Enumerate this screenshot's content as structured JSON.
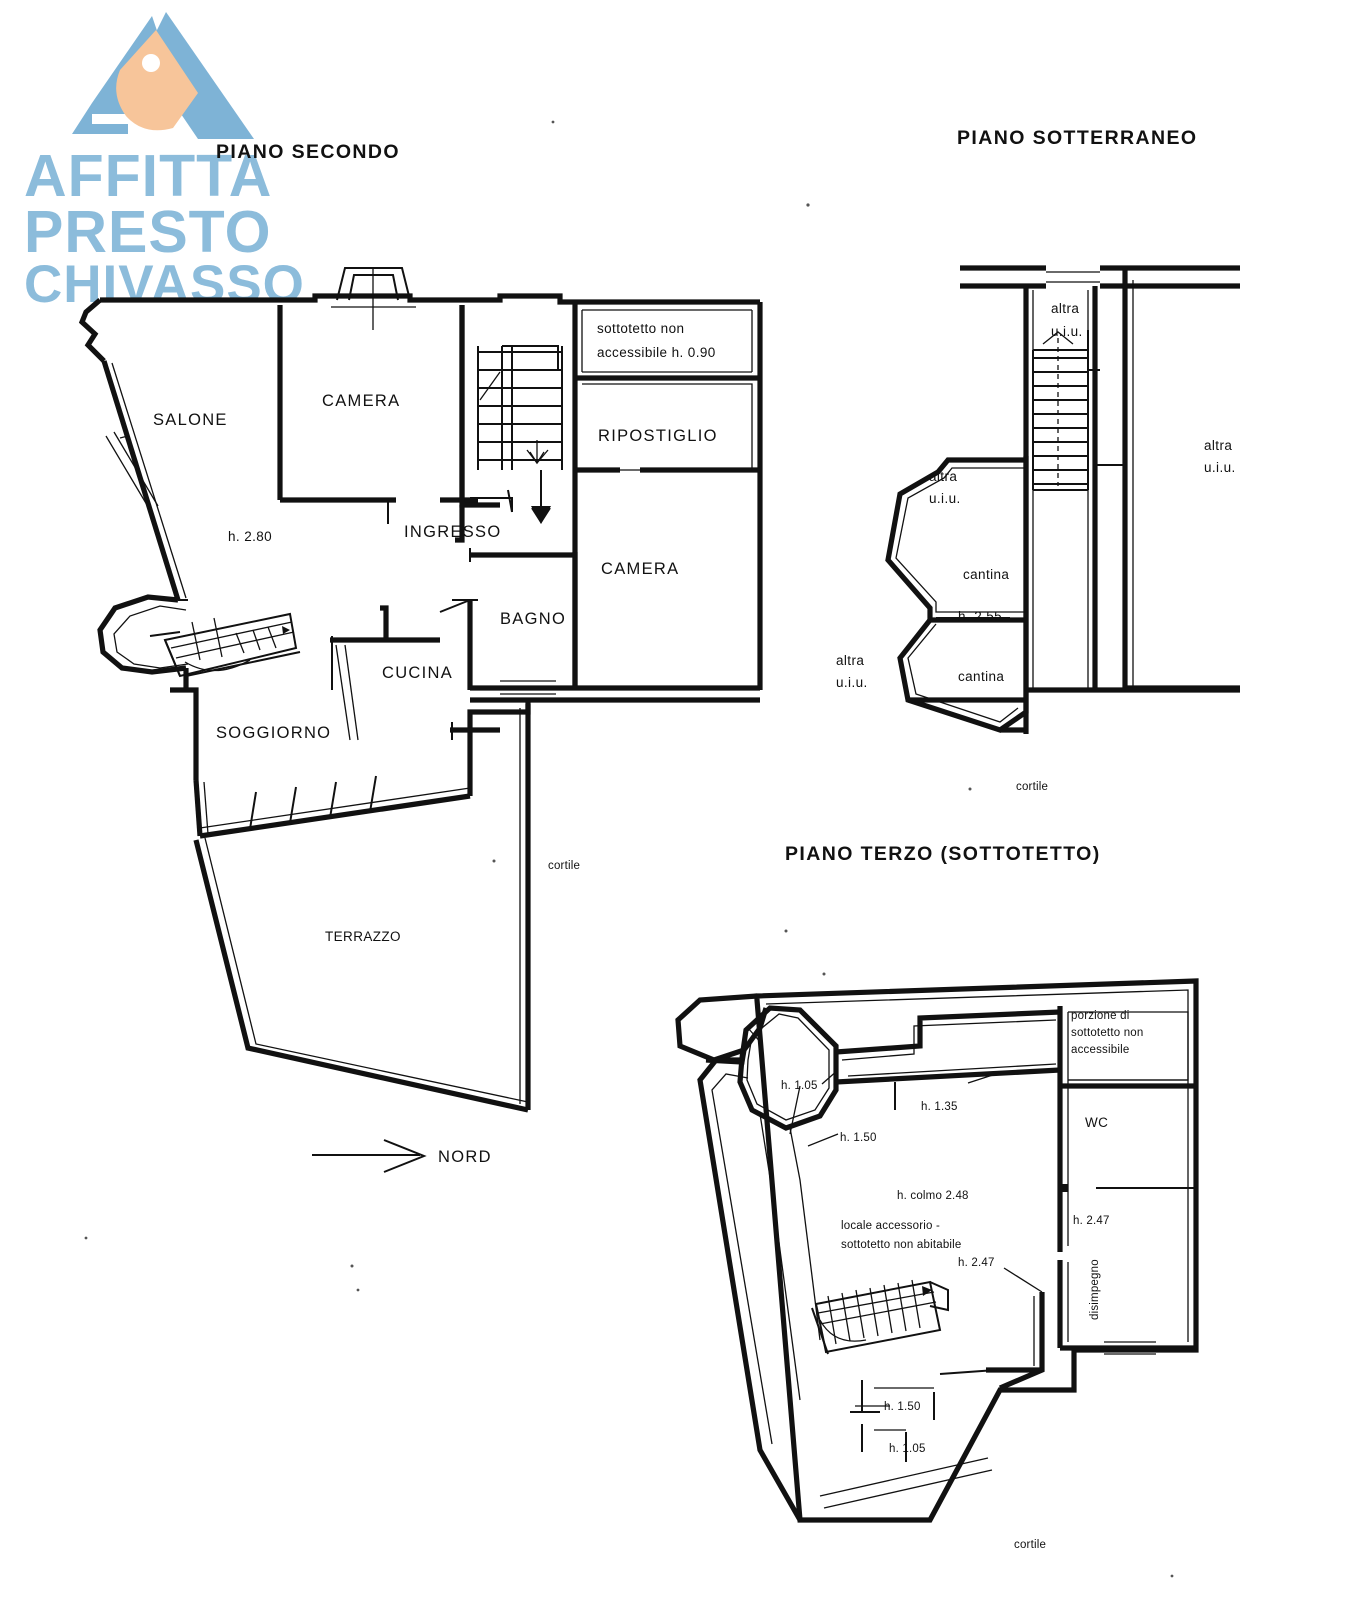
{
  "logo": {
    "brand_line1": "AFFITTA",
    "brand_line2": "PRESTO",
    "brand_line3": "CHIVASSO",
    "mark_name": "house-roof-logo",
    "blue": "#8cbcdb",
    "peach": "#f7c59a"
  },
  "floors": {
    "second": {
      "title": "PIANO SECONDO",
      "ceiling_height": "h. 2.80",
      "rooms": [
        {
          "label": "SALONE"
        },
        {
          "label": "CAMERA"
        },
        {
          "label": "INGRESSO"
        },
        {
          "label": "RIPOSTIGLIO"
        },
        {
          "label": "CAMERA"
        },
        {
          "label": "BAGNO"
        },
        {
          "label": "CUCINA"
        },
        {
          "label": "SOGGIORNO"
        },
        {
          "label": "TERRAZZO"
        }
      ],
      "notes": {
        "attic_line1": "sottotetto non",
        "attic_line2": "accessibile h. 0.90",
        "courtyard": "cortile"
      },
      "compass": "NORD"
    },
    "basement": {
      "title": "PIANO SOTTERRANEO",
      "ceiling_height": "h. 2.55",
      "labels": {
        "other_unit_top_line1": "altra",
        "other_unit_top_line2": "u.i.u.",
        "other_unit_right_line1": "altra",
        "other_unit_right_line2": "u.i.u.",
        "other_unit_left_line1": "altra",
        "other_unit_left_line2": "u.i.u.",
        "other_unit_bottomleft_line1": "altra",
        "other_unit_bottomleft_line2": "u.i.u.",
        "cellar_1": "cantina",
        "cellar_2": "cantina",
        "courtyard": "cortile"
      }
    },
    "third": {
      "title": "PIANO TERZO (SOTTOTETTO)",
      "heights": {
        "h1": "h. 1.05",
        "h2": "h. 1.35",
        "h3": "h. 1.50",
        "ridge": "h. colmo 2.48",
        "wc_height": "h. 2.47",
        "hall_height": "h. 2.47",
        "h4": "h. 1.50",
        "h5": "h. 1.05"
      },
      "labels": {
        "accessory_line1": "locale accessorio -",
        "accessory_line2": "sottotetto non abitabile",
        "inaccessible_line1": "porzione di",
        "inaccessible_line2": "sottotetto non",
        "inaccessible_line3": "accessibile",
        "wc": "WC",
        "hallway": "disimpegno",
        "courtyard": "cortile"
      }
    }
  }
}
